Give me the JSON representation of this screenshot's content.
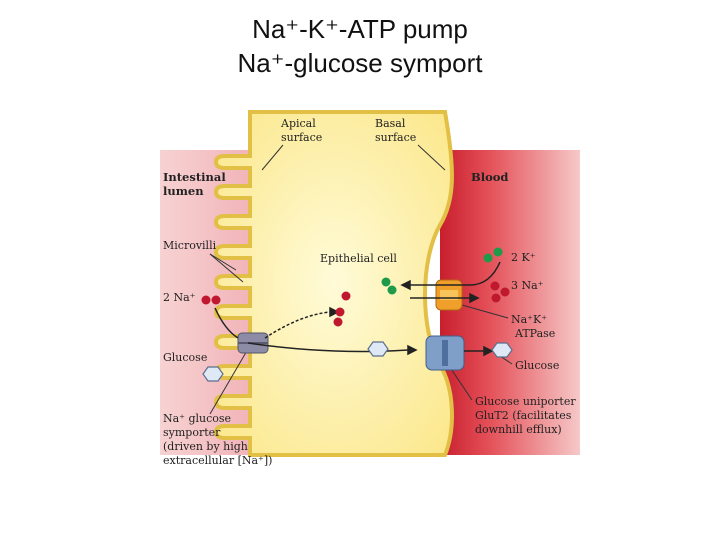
{
  "title": {
    "line1": "Na⁺-K⁺-ATP pump",
    "line2": "Na⁺-glucose symport"
  },
  "figure": {
    "labels": {
      "apical_1": "Apical",
      "apical_2": "surface",
      "basal_1": "Basal",
      "basal_2": "surface",
      "lumen_1": "Intestinal",
      "lumen_2": "lumen",
      "blood": "Blood",
      "microvilli": "Microvilli",
      "epithelial_cell": "Epithelial cell",
      "na_in": "2 Na⁺",
      "glucose_left": "Glucose",
      "symporter_1": "Na⁺ glucose",
      "symporter_2": "symporter",
      "symporter_3": "(driven by high",
      "symporter_4": "extracellular [Na⁺])",
      "k_out": "2 K⁺",
      "na_out": "3 Na⁺",
      "atpase_1": "Na⁺K⁺",
      "atpase_2": "ATPase",
      "glucose_right": "Glucose",
      "uniporter_1": "Glucose uniporter",
      "uniporter_2": "GluT2 (facilitates",
      "uniporter_3": "downhill efflux)"
    },
    "colors": {
      "lumen": "#f2b8bd",
      "blood": "#e0404a",
      "cell": "#fbe98e",
      "membrane": "#e9c84a",
      "sodium": "#c0182e",
      "potassium": "#1e9a4a",
      "transporter_blue": "#7f9ec8",
      "atpase_orange": "#f0a02a",
      "symporter_gray": "#8c8ca6"
    }
  }
}
